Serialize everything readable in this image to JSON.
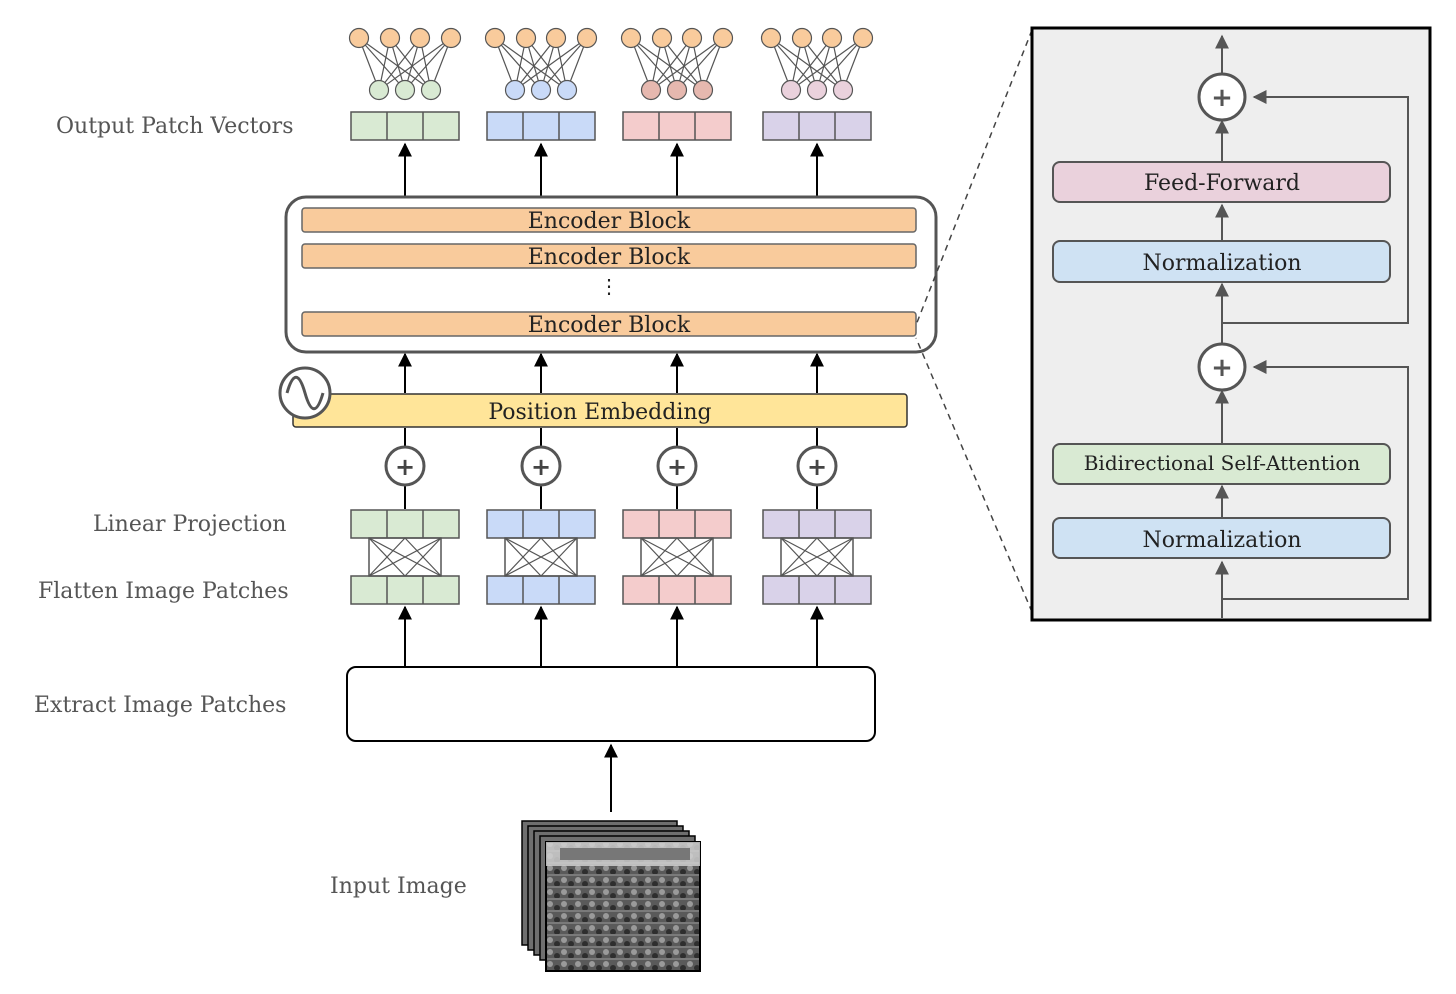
{
  "labels": {
    "output_patch_vectors": "Output Patch Vectors",
    "linear_projection": "Linear Projection",
    "flatten_image_patches": "Flatten Image Patches",
    "extract_image_patches": "Extract Image Patches",
    "input_image": "Input Image"
  },
  "encoder": {
    "block_label": "Encoder Block",
    "ellipsis": "⋮"
  },
  "position_embedding": {
    "label": "Position Embedding"
  },
  "plus_symbol": "+",
  "encoder_detail": {
    "feed_forward": "Feed-Forward",
    "normalization_top": "Normalization",
    "self_attention": "Bidirectional Self-Attention",
    "normalization_bottom": "Normalization"
  },
  "patch_colors": {
    "fills": [
      "#d9ead3",
      "#c9daf8",
      "#f4cccc",
      "#d9d2e9"
    ],
    "nodes": [
      "#d9ead3",
      "#c9daf8",
      "#e6b8af",
      "#ead1dc"
    ]
  },
  "colors": {
    "encoder_block": "#f9cb9c",
    "position_embedding": "#ffe599",
    "output_node": "#f9cb9c",
    "feed_forward": "#ead1dc",
    "normalization": "#cfe2f3",
    "self_attention": "#d9ead3",
    "detail_bg": "#eeeeee"
  }
}
